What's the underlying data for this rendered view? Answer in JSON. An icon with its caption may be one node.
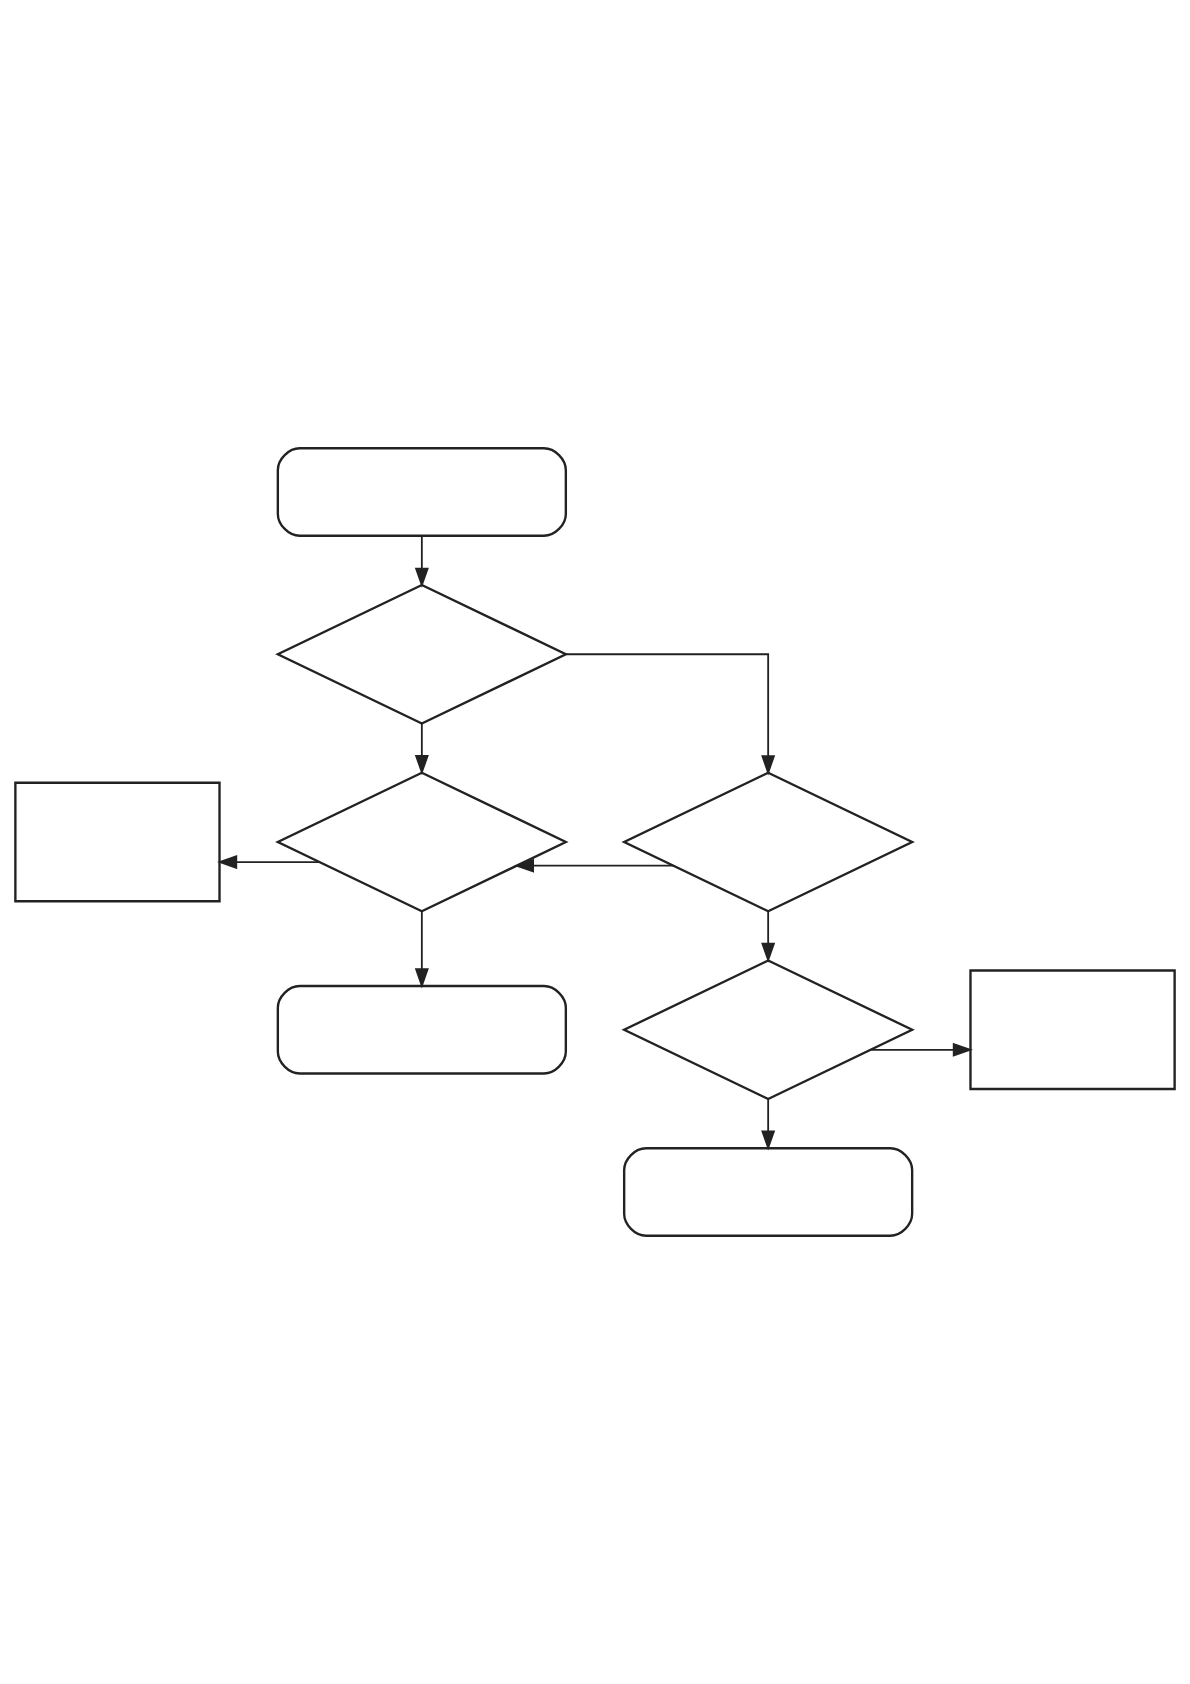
{
  "diagram": {
    "nodes": [
      {
        "text": [],
        "shape": "pill"
      },
      {
        "text": [],
        "shape": "diamond"
      },
      {
        "text": [],
        "shape": "box"
      },
      {
        "text": [],
        "shape": "diamond"
      },
      {
        "text": [],
        "shape": "diamond"
      },
      {
        "text": [],
        "shape": "pill"
      },
      {
        "text": [],
        "shape": "diamond"
      },
      {
        "text": [],
        "shape": "box"
      },
      {
        "text": [],
        "shape": "pill"
      }
    ],
    "edges": [
      {
        "from": 0,
        "to": 1,
        "arrow": "to"
      },
      {
        "from": 1,
        "to": 3,
        "arrow": "to"
      },
      {
        "from": 1,
        "to": 4,
        "arrow": "to"
      },
      {
        "from": 3,
        "to": 2,
        "arrow": "to"
      },
      {
        "from": 4,
        "to": 3,
        "arrow": "to"
      },
      {
        "from": 3,
        "to": 5,
        "arrow": "to"
      },
      {
        "from": 4,
        "to": 6,
        "arrow": "to"
      },
      {
        "from": 6,
        "to": 7,
        "arrow": "to"
      },
      {
        "from": 6,
        "to": 8,
        "arrow": "to"
      }
    ]
  }
}
